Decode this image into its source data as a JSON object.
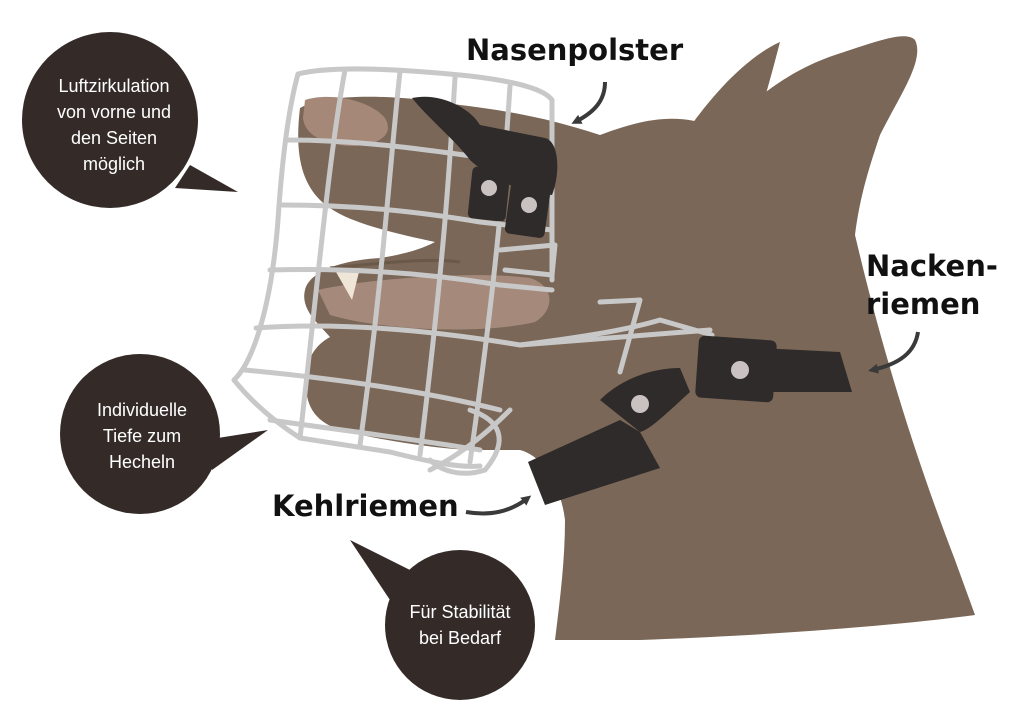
{
  "colors": {
    "dog_fur": "#7a6757",
    "nose_inner": "#a58878",
    "tongue": "#a5897b",
    "cage_wire": "#c8c8c8",
    "leather": "#2e2b2a",
    "rivet": "#c9c2c0",
    "bubble": "#342b28",
    "bubble_text": "#ffffff",
    "label_text": "#111111"
  },
  "labels": {
    "nasenpolster": "Nasenpolster",
    "nackenriemen_line1": "Nacken-",
    "nackenriemen_line2": "riemen",
    "kehlriemen": "Kehlriemen"
  },
  "bubbles": {
    "luftzirkulation": [
      "Luftzirkulation",
      "von vorne und",
      "den Seiten",
      "möglich"
    ],
    "hecheln": [
      "Individuelle",
      "Tiefe zum",
      "Hecheln"
    ],
    "stabilitaet": [
      "Für Stabilität",
      "bei Bedarf"
    ]
  },
  "icons": {
    "arrow": "curved-arrow-icon",
    "rivet": "rivet-icon"
  }
}
